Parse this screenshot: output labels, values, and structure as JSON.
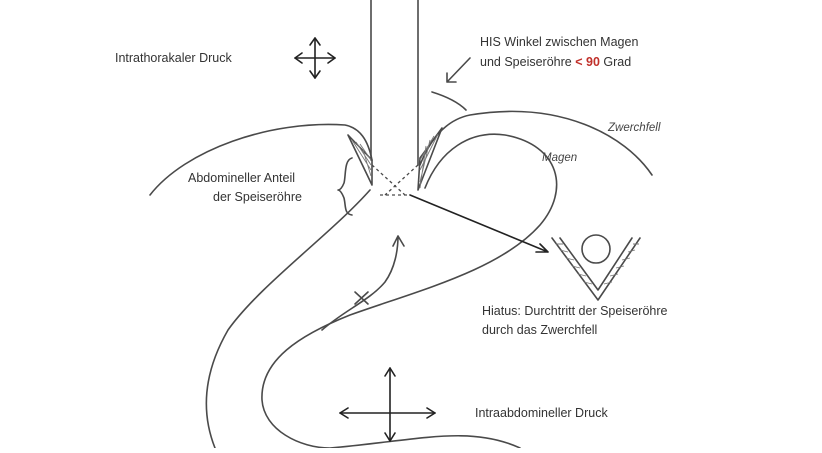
{
  "labels": {
    "intrathoracic_pressure": "Intrathorakaler Druck",
    "his_angle_line1": "HIS Winkel zwischen Magen",
    "his_angle_line2_prefix": "und Speiseröhre",
    "his_angle_value": "< 90",
    "his_angle_unit": "Grad",
    "diaphragm": "Zwerchfell",
    "stomach": "Magen",
    "abdominal_esophagus_line1": "Abdomineller Anteil",
    "abdominal_esophagus_line2": "der Speiseröhre",
    "hiatus_line1": "Hiatus: Durchtritt der Speiseröhre",
    "hiatus_line2": "durch das Zwerchfell",
    "intraabdominal_pressure": "Intraabdomineller Druck"
  },
  "colors": {
    "ink": "#4a4a4a",
    "highlight": "#c0302a"
  },
  "icons": {
    "pressure_arrows": "four-way-arrow-icon",
    "hiatus_symbol": "v-notch-hiatus-icon"
  }
}
